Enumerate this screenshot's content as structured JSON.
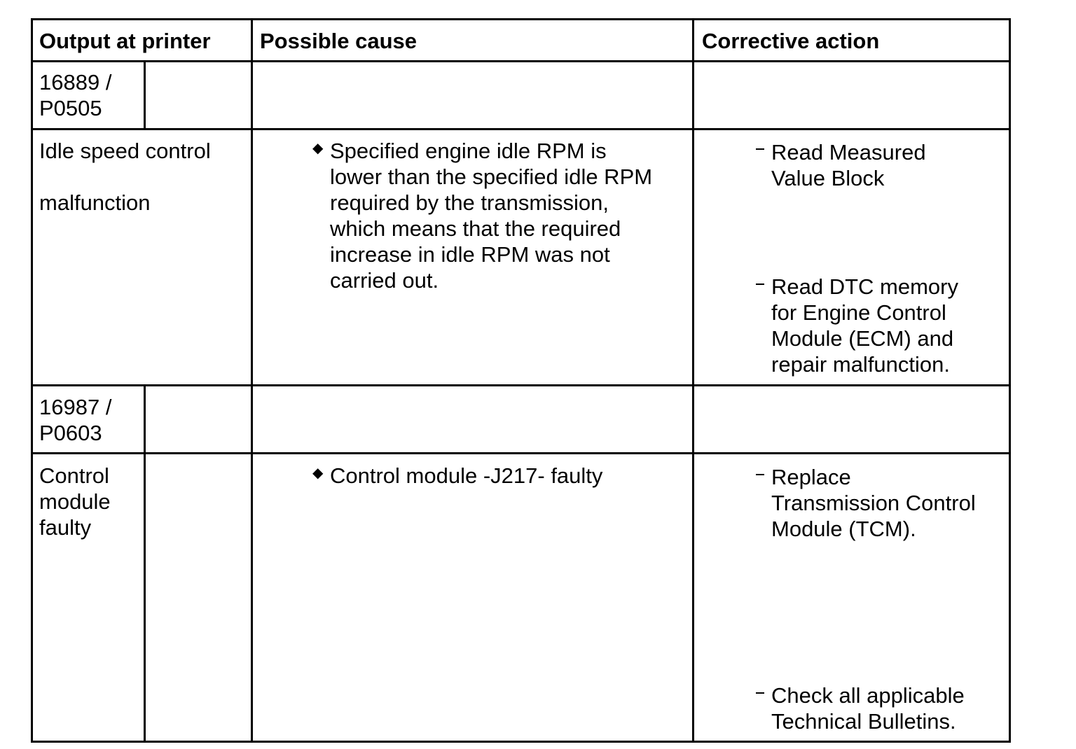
{
  "header": {
    "output_at_printer": "Output at printer",
    "possible_cause": "Possible cause",
    "corrective_action": "Corrective action"
  },
  "rows": [
    {
      "code": "16889 /\nP0505",
      "description": "Idle speed control\n\nmalfunction",
      "cause": "Specified engine idle RPM is\nlower than the specified idle RPM\nrequired by the transmission,\nwhich means that the required\nincrease in idle RPM was not\ncarried out.",
      "actions": [
        "Read Measured\nValue Block",
        "Read DTC memory\nfor Engine Control\nModule (ECM) and\nrepair malfunction."
      ]
    },
    {
      "code": "16987 /\nP0603",
      "description": "Control\nmodule\nfaulty",
      "cause": "Control module -J217- faulty",
      "actions": [
        "Replace\nTransmission Control\nModule (TCM).",
        "Check all applicable\nTechnical Bulletins."
      ]
    }
  ],
  "icons": {
    "bullet": "diamond-bullet-icon",
    "dash": "dash-icon"
  }
}
